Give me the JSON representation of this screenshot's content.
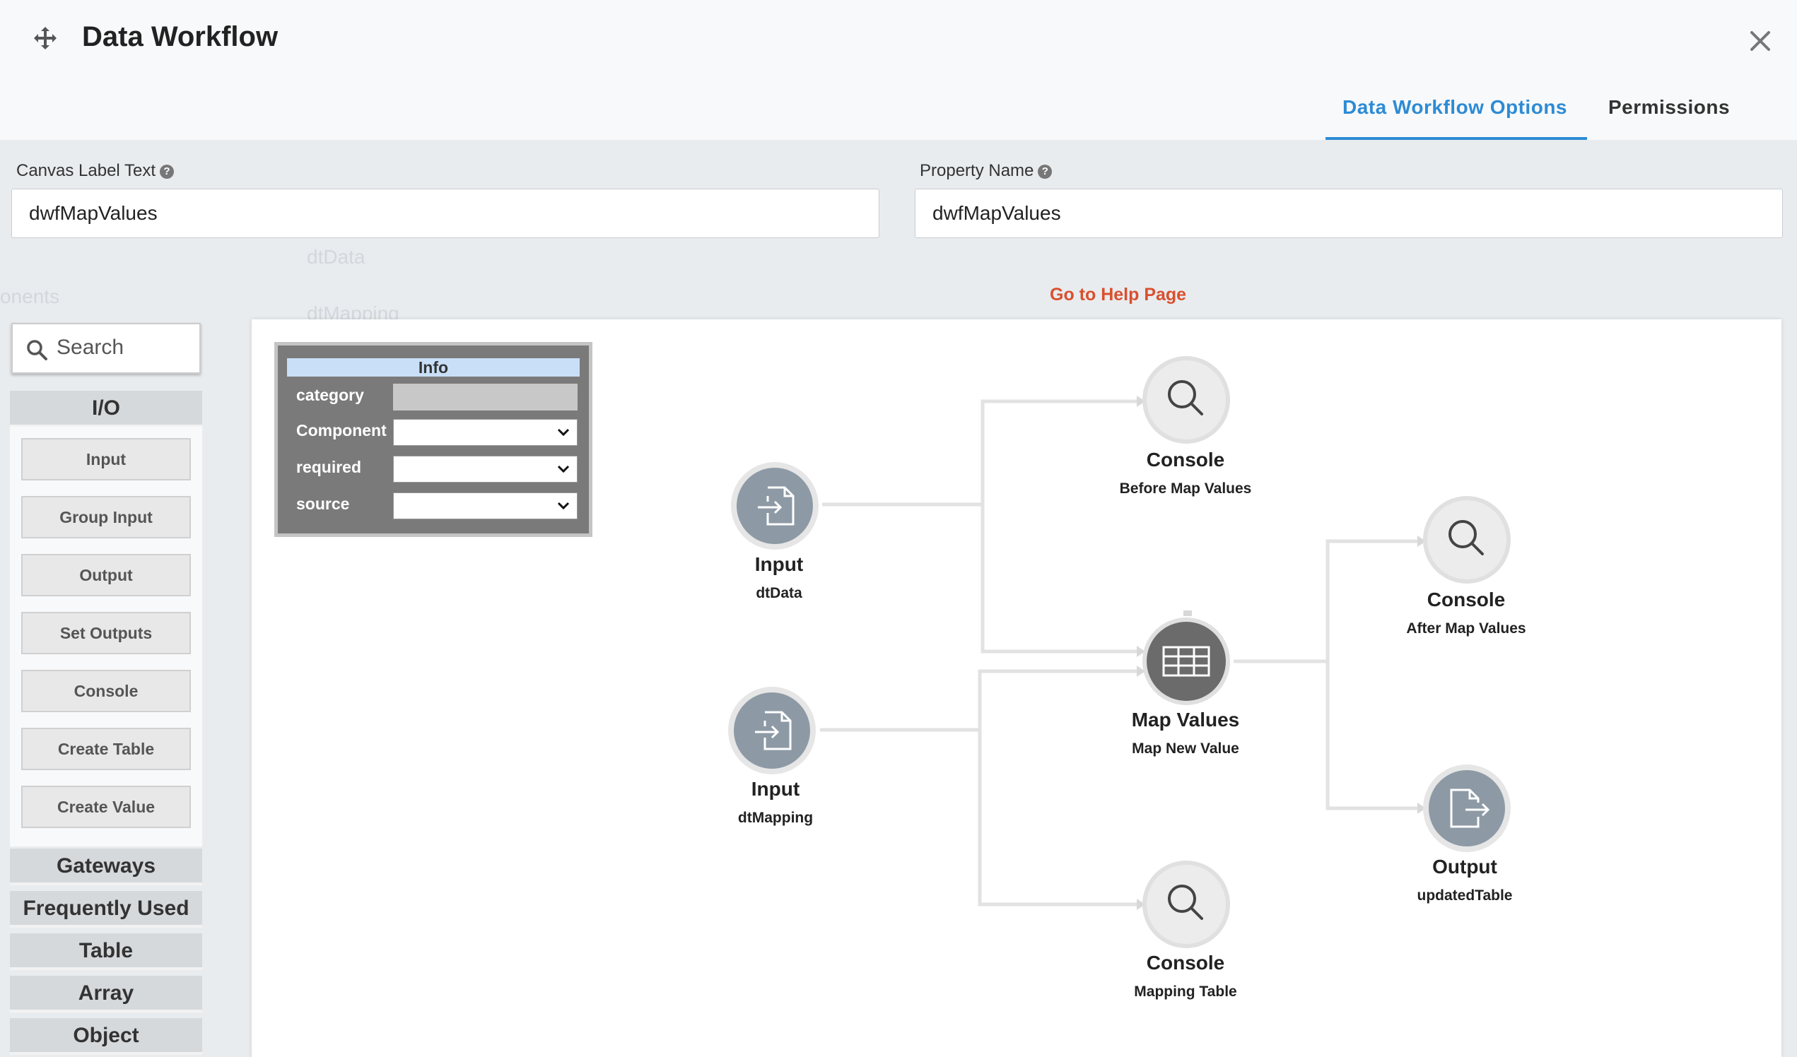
{
  "dialog": {
    "title": "Data Workflow"
  },
  "tabs": [
    {
      "label": "Data Workflow Options",
      "active": true
    },
    {
      "label": "Permissions",
      "active": false
    }
  ],
  "fields": {
    "canvas_label": {
      "label": "Canvas Label Text",
      "value": "dwfMapValues"
    },
    "property_name": {
      "label": "Property Name",
      "value": "dwfMapValues"
    }
  },
  "background_ghost": {
    "item1": "dtData",
    "item2": "dtMapping",
    "item3": "onents"
  },
  "help_link": "Go to Help Page",
  "sidebar": {
    "search_placeholder": "Search",
    "categories": [
      "I/O",
      "Gateways",
      "Frequently Used",
      "Table",
      "Array",
      "Object"
    ],
    "io_tools": [
      "Input",
      "Group Input",
      "Output",
      "Set Outputs",
      "Console",
      "Create Table",
      "Create Value"
    ]
  },
  "info_panel": {
    "title": "Info",
    "rows": [
      "category",
      "Component",
      "required",
      "source"
    ]
  },
  "nodes": [
    {
      "id": "input-dtdata",
      "type": "Input",
      "name": "dtData",
      "icon": "file-input-icon"
    },
    {
      "id": "input-dtmapping",
      "type": "Input",
      "name": "dtMapping",
      "icon": "file-input-icon"
    },
    {
      "id": "console-before",
      "type": "Console",
      "name": "Before Map Values",
      "icon": "magnifier-icon"
    },
    {
      "id": "map-values",
      "type": "Map Values",
      "name": "Map New Value",
      "icon": "table-icon"
    },
    {
      "id": "console-mapping",
      "type": "Console",
      "name": "Mapping Table",
      "icon": "magnifier-icon"
    },
    {
      "id": "console-after",
      "type": "Console",
      "name": "After Map Values",
      "icon": "magnifier-icon"
    },
    {
      "id": "output-updated",
      "type": "Output",
      "name": "updatedTable",
      "icon": "file-output-icon"
    }
  ],
  "colors": {
    "accent": "#2d8bd5",
    "help_link": "#d9502e",
    "node_dark": "#6b6b6b",
    "node_io": "#8d9aa5",
    "node_light": "#ececec"
  }
}
